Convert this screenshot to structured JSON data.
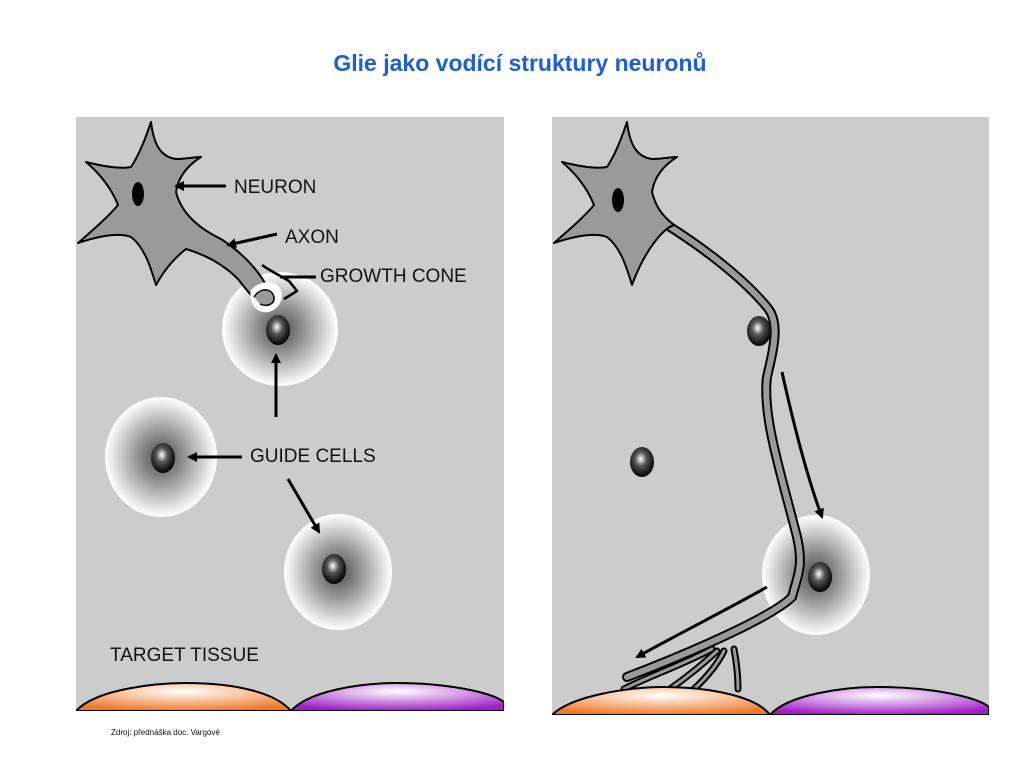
{
  "title": "Glie jako vodící struktury neuronů",
  "left_panel": {
    "labels": {
      "neuron": "NEURON",
      "axon": "AXON",
      "growth_cone": "GROWTH CONE",
      "guide_cells": "GUIDE CELLS",
      "target_tissue": "TARGET TISSUE"
    }
  },
  "source_note": "Zdroj: přednáška doc. Vargové",
  "colors": {
    "title": "#1c5ed6",
    "panel_background": "#cccccc",
    "neuron_fill": "#999999",
    "target_orange": "#f07a2a",
    "target_purple": "#a020c8"
  }
}
